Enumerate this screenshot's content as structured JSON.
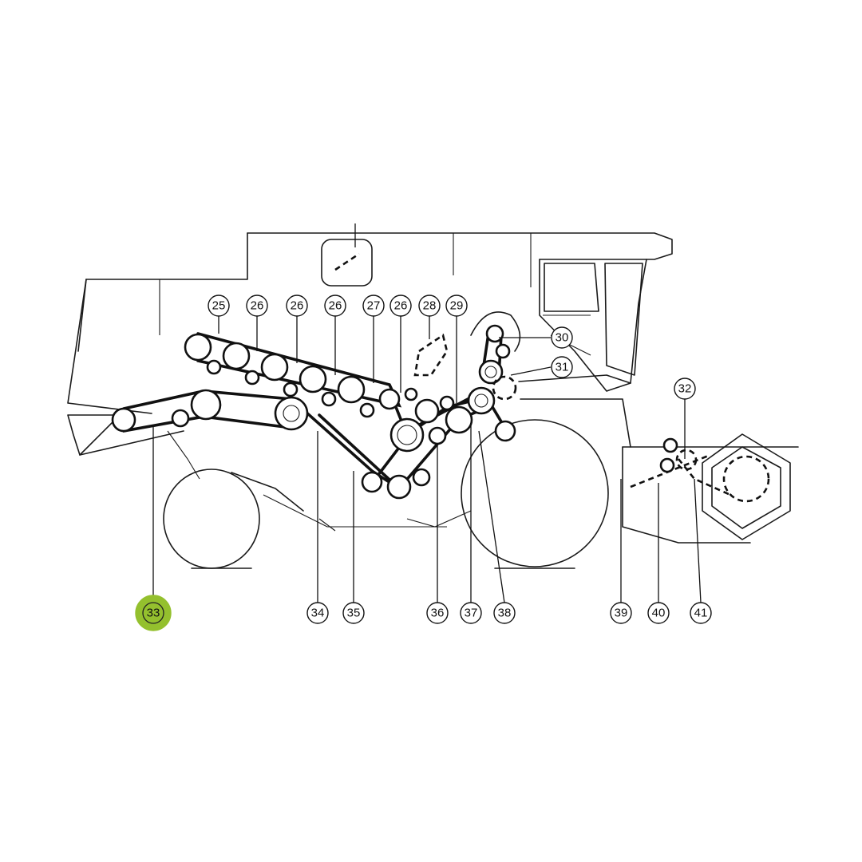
{
  "callouts": [
    {
      "id": "c25",
      "label": "25",
      "highlighted": false
    },
    {
      "id": "c26a",
      "label": "26",
      "highlighted": false
    },
    {
      "id": "c26b",
      "label": "26",
      "highlighted": false
    },
    {
      "id": "c26c",
      "label": "26",
      "highlighted": false
    },
    {
      "id": "c27",
      "label": "27",
      "highlighted": false
    },
    {
      "id": "c26d",
      "label": "26",
      "highlighted": false
    },
    {
      "id": "c28",
      "label": "28",
      "highlighted": false
    },
    {
      "id": "c29",
      "label": "29",
      "highlighted": false
    },
    {
      "id": "c30",
      "label": "30",
      "highlighted": false
    },
    {
      "id": "c31",
      "label": "31",
      "highlighted": false
    },
    {
      "id": "c32",
      "label": "32",
      "highlighted": false
    },
    {
      "id": "c33",
      "label": "33",
      "highlighted": true
    },
    {
      "id": "c34",
      "label": "34",
      "highlighted": false
    },
    {
      "id": "c35",
      "label": "35",
      "highlighted": false
    },
    {
      "id": "c36",
      "label": "36",
      "highlighted": false
    },
    {
      "id": "c37",
      "label": "37",
      "highlighted": false
    },
    {
      "id": "c38",
      "label": "38",
      "highlighted": false
    },
    {
      "id": "c39",
      "label": "39",
      "highlighted": false
    },
    {
      "id": "c40",
      "label": "40",
      "highlighted": false
    },
    {
      "id": "c41",
      "label": "41",
      "highlighted": false
    }
  ],
  "colors": {
    "highlight": "#94c02e",
    "line": "#111111",
    "background": "#ffffff"
  }
}
